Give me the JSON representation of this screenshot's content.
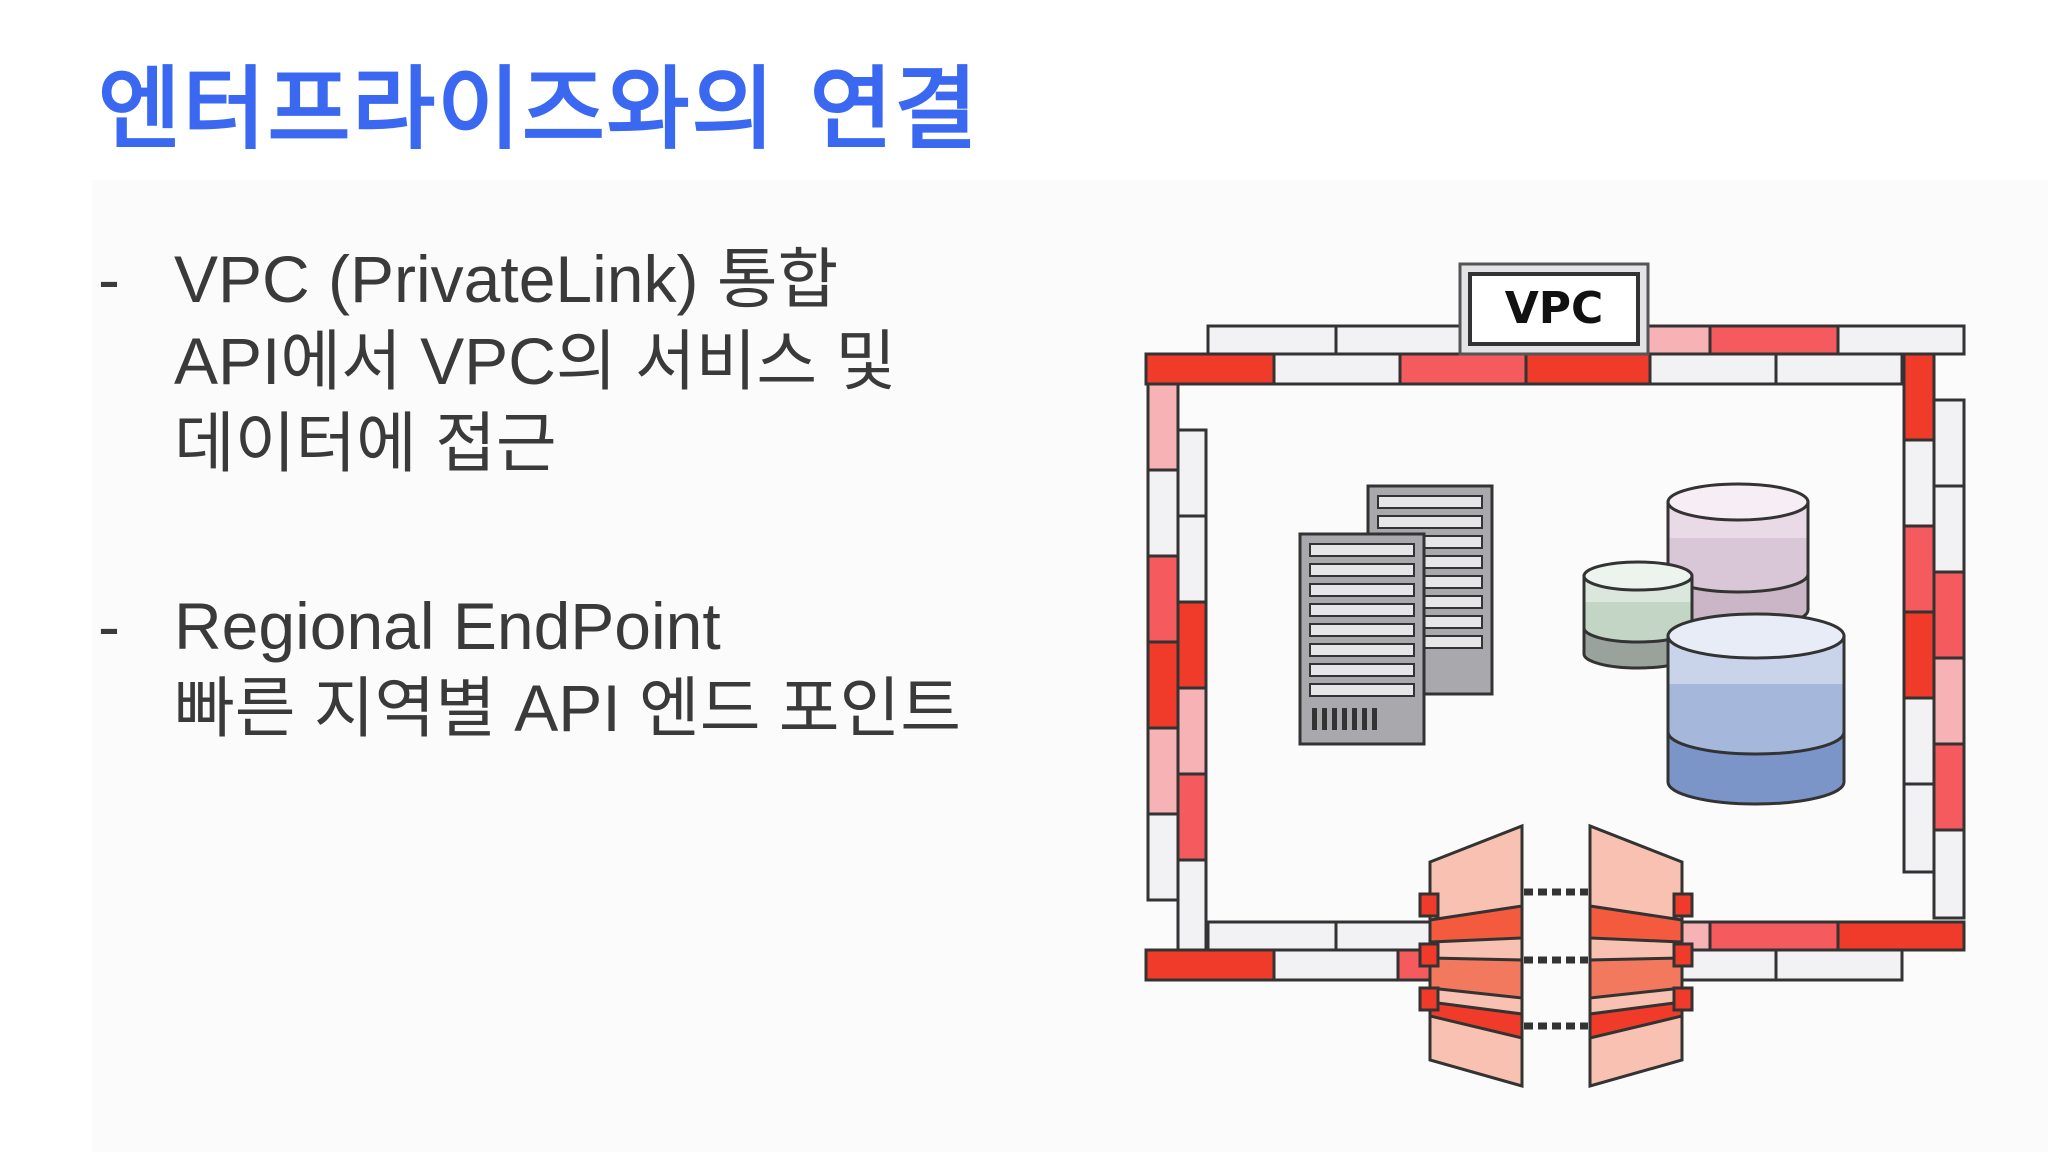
{
  "slide": {
    "title": "엔터프라이즈와의 연결",
    "bullets": [
      {
        "dash": "-",
        "lines": [
          "VPC (PrivateLink) 통합",
          "API에서 VPC의 서비스 및",
          "데이터에 접근"
        ]
      },
      {
        "dash": "-",
        "lines": [
          "Regional EndPoint",
          "빠른 지역별 API 엔드 포인트"
        ]
      }
    ]
  },
  "diagram": {
    "vpc_label": "VPC",
    "icons": [
      "server-rack-icon",
      "database-cylinder-icon",
      "connector-gateway-icon"
    ],
    "colors": {
      "title": "#3b68f0",
      "brick_red": "#f03a2a",
      "brick_salmon": "#f45a5e",
      "brick_pink": "#f6b2b4",
      "brick_white": "#f2f2f4",
      "db_blue": "#7b95c8",
      "db_purple": "#cbb6c8",
      "db_green": "#c3d6c6"
    }
  }
}
